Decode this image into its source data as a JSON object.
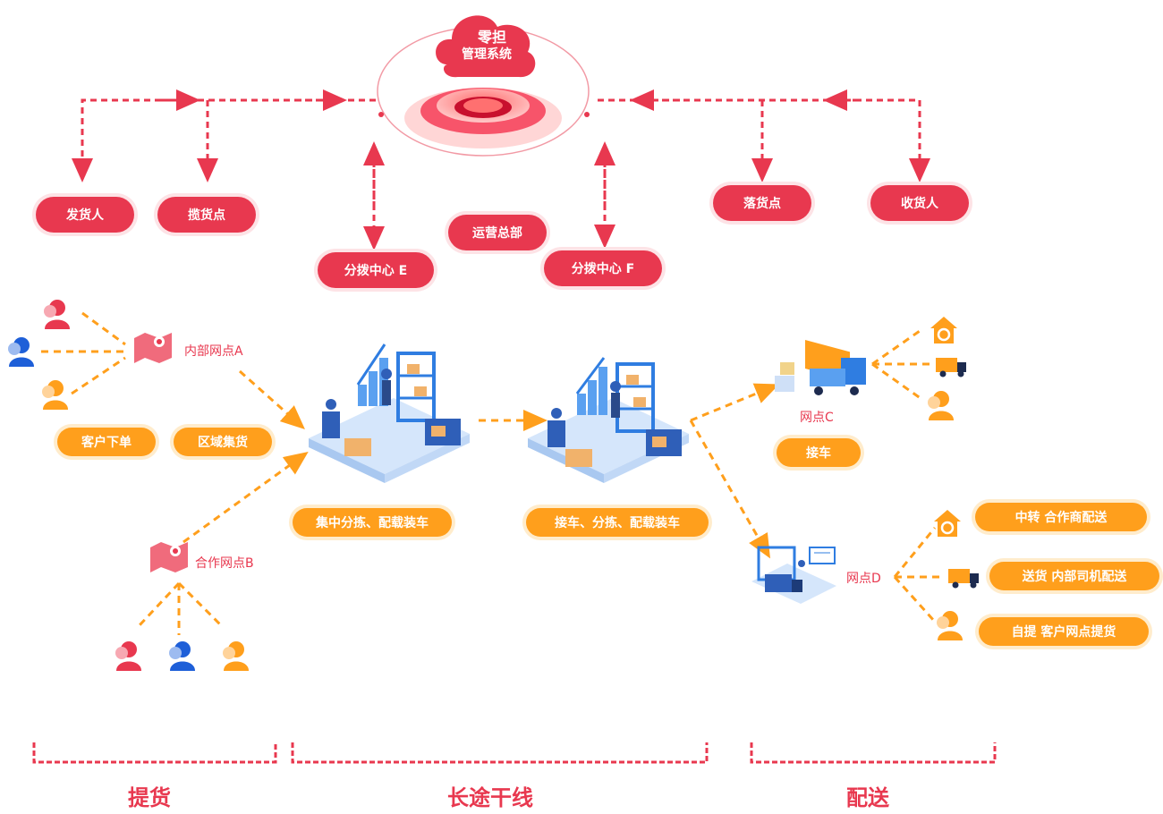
{
  "hub": {
    "line1": "零担",
    "line2": "管理系统"
  },
  "top_nodes": {
    "shipper": "发货人",
    "pickup_point": "揽货点",
    "operations_hq": "运营总部",
    "hub_e": "分拨中心 E",
    "hub_f": "分拨中心 F",
    "drop_point": "落货点",
    "receiver": "收货人"
  },
  "outlets": {
    "internal_a": "内部网点A",
    "partner_b": "合作网点B",
    "outlet_c": "网点C",
    "outlet_d": "网点D"
  },
  "steps": {
    "customer_order": "客户下单",
    "regional_collect": "区域集货",
    "central_sort": "集中分拣、配载装车",
    "receive_sort": "接车、分拣、配载装车",
    "pickup_car": "接车",
    "transfer": "中转 合作商配送",
    "delivery": "送货 内部司机配送",
    "self_pickup": "自提 客户网点提货"
  },
  "stages": {
    "pickup": "提货",
    "trunk": "长途干线",
    "distribution": "配送"
  },
  "colors": {
    "red": "#e8384f",
    "orange": "#ff9f1c",
    "blue": "#1e5fd8"
  }
}
